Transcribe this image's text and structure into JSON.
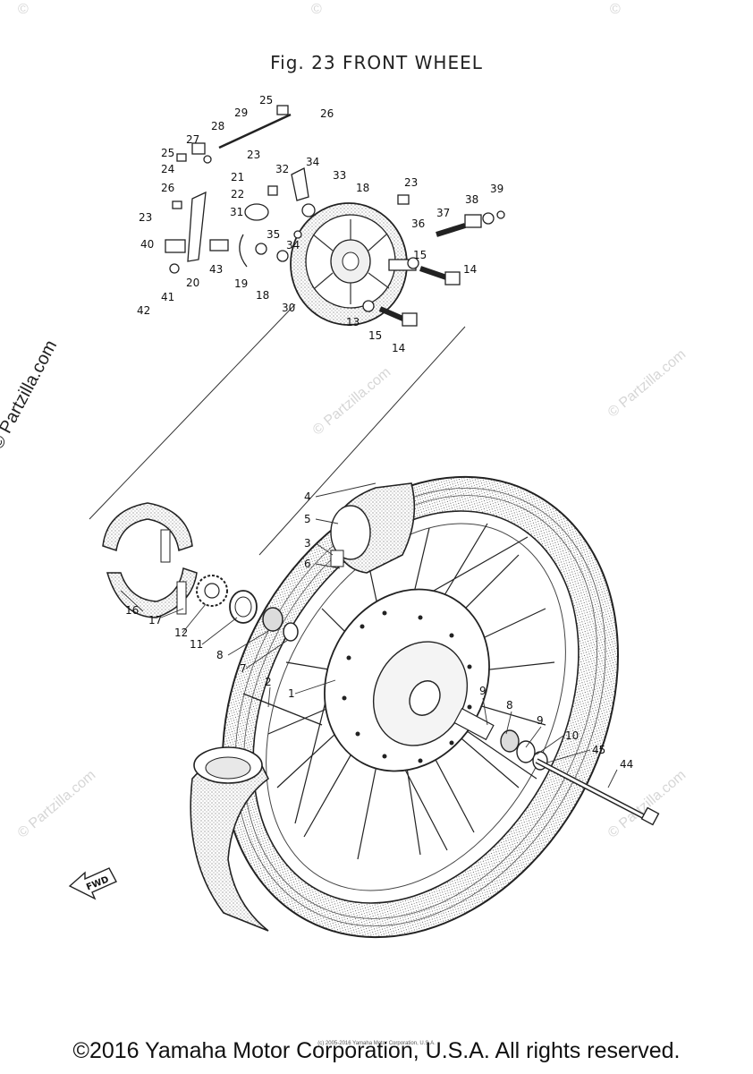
{
  "title": "Fig. 23   FRONT WHEEL",
  "side_watermark": "© Partzilla.com",
  "watermark_text": "© Partzilla.com",
  "watermark_short": "©",
  "copyright": "©2016 Yamaha Motor Corporation, U.S.A. All rights reserved.",
  "small_copyright": "(c) 2005-2016 Yamaha Motor Corporation, U.S.A.",
  "fwd_label": "FWD",
  "callouts": [
    "1",
    "2",
    "3",
    "4",
    "5",
    "6",
    "7",
    "8",
    "8",
    "9",
    "9",
    "10",
    "11",
    "12",
    "13",
    "14",
    "14",
    "15",
    "15",
    "16",
    "17",
    "18",
    "18",
    "19",
    "20",
    "21",
    "22",
    "23",
    "23",
    "23",
    "24",
    "25",
    "25",
    "26",
    "26",
    "27",
    "28",
    "29",
    "30",
    "31",
    "32",
    "33",
    "34",
    "34",
    "35",
    "36",
    "37",
    "38",
    "39",
    "40",
    "41",
    "42",
    "43",
    "44",
    "45"
  ]
}
